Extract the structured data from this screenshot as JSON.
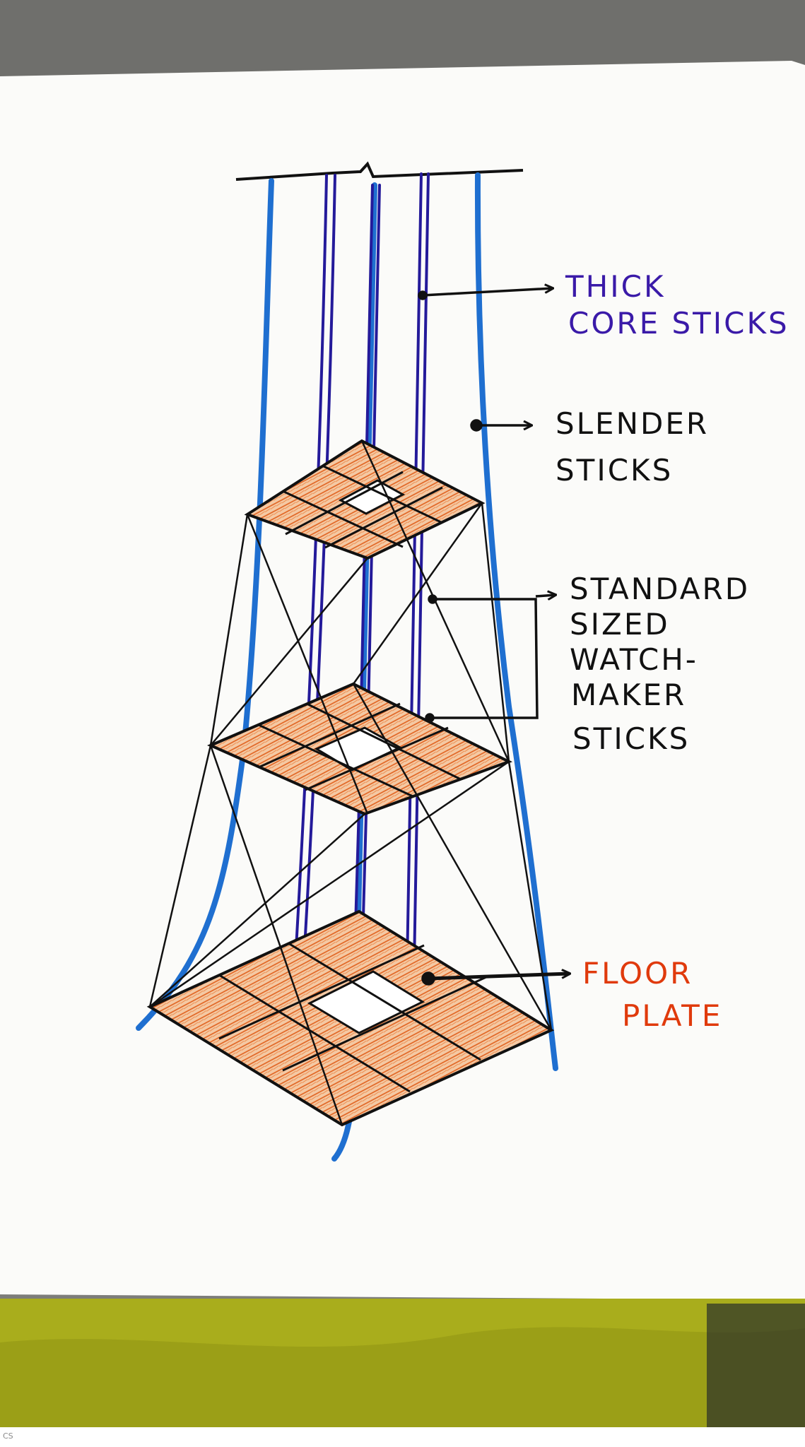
{
  "diagram": {
    "colors": {
      "thick_core_label": "#3a1aa8",
      "floor_plate_label": "#e03a0c",
      "black_label": "#111111",
      "slender_stick": "#1f6fd0",
      "core_stick": "#241a9a",
      "floor_fill": "#f4c9a4",
      "floor_hatch": "#e0601c",
      "paper": "#fbfbf9",
      "cloth": "#a9ad1c"
    },
    "labels": {
      "thick_core_line1": "THICK",
      "thick_core_line2": "CORE STICKS",
      "slender_line1": "SLENDER",
      "slender_line2": "STICKS",
      "standard_line1": "STANDARD",
      "standard_line2": "SIZED",
      "standard_line3": "WATCH-",
      "standard_line4": "MAKER",
      "standard_line5": "STICKS",
      "floor_line1": "FLOOR",
      "floor_line2": "PLATE"
    },
    "footer_mark": "CS"
  }
}
